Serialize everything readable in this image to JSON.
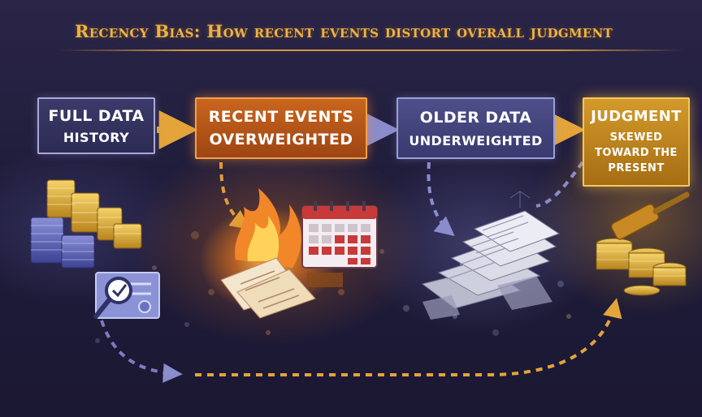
{
  "title": "Recency Bias: How recent events distort overall judgment",
  "boxes": {
    "full": {
      "line1": "Full Data",
      "line2": "History"
    },
    "recent": {
      "line1": "Recent Events",
      "line2": "Overweighted"
    },
    "older": {
      "line1": "Older Data",
      "line2": "Underweighted"
    },
    "judgment": {
      "line1": "Judgment",
      "line2": "Skewed toward the present"
    }
  },
  "colors": {
    "title": "#f0b23c",
    "recent": "#c9661e",
    "older": "#4e4e8a",
    "judgment": "#d39a2a",
    "full": "#3b3a6a"
  },
  "icons": [
    "coin-stack-icon",
    "magnifier-document-icon",
    "fire-papers-icon",
    "calendar-icon",
    "paper-pile-icon",
    "gavel-icon"
  ]
}
